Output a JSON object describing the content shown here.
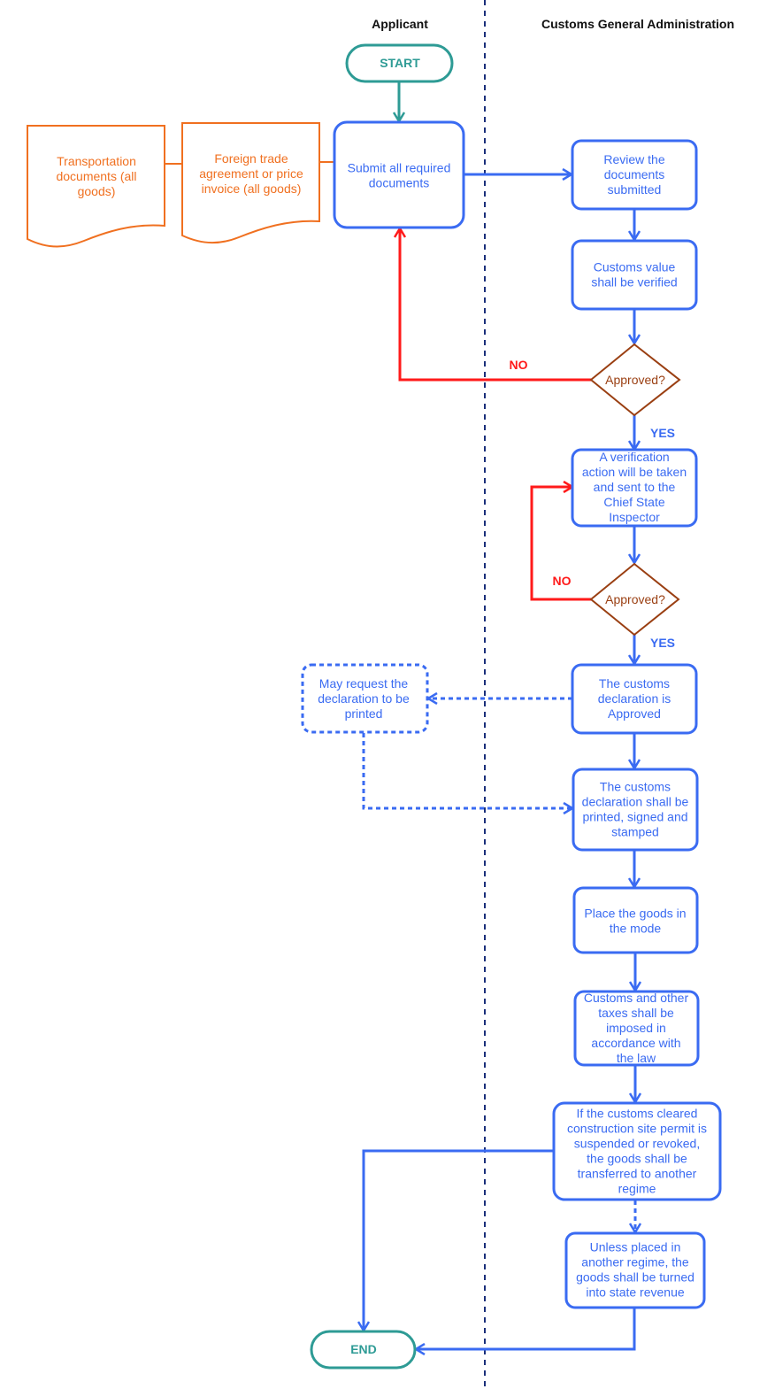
{
  "lanes": {
    "applicant": "Applicant",
    "customs": "Customs General Administration"
  },
  "colors": {
    "process": "#3a6bf2",
    "terminal": "#2e9b95",
    "document": "#f07020",
    "decision": "#9a3f12",
    "no_branch": "#ff1a1a",
    "lane_divider": "#1a2f7a"
  },
  "nodes": {
    "start": "START",
    "end": "END",
    "doc_transport": [
      "Transportation",
      "documents (all",
      "goods)"
    ],
    "doc_foreign": [
      "Foreign trade",
      "agreement or price",
      "invoice (all goods)"
    ],
    "submit": [
      "Submit all required",
      "documents"
    ],
    "review": [
      "Review the",
      "documents",
      "submitted"
    ],
    "verify_value": [
      "Customs value",
      "shall be verified"
    ],
    "decision1": "Approved?",
    "verification_action": [
      "A verification",
      "action will be taken",
      "and sent to the",
      "Chief State",
      "Inspector"
    ],
    "decision2": "Approved?",
    "request_print": [
      "May request the",
      "declaration to be",
      "printed"
    ],
    "declaration_approved": [
      "The customs",
      "declaration is",
      "Approved"
    ],
    "declaration_printed": [
      "The customs",
      "declaration shall be",
      "printed, signed and",
      "stamped"
    ],
    "place_goods": [
      "Place the goods in",
      "the mode"
    ],
    "taxes": [
      "Customs and other",
      "taxes shall be",
      "imposed in",
      "accordance with",
      "the law"
    ],
    "permit_revoked": [
      "If the customs cleared",
      "construction site permit is",
      "suspended or revoked,",
      "the goods shall be",
      "transferred to another",
      "regime"
    ],
    "state_revenue": [
      "Unless placed in",
      "another regime, the",
      "goods shall be turned",
      "into state revenue"
    ]
  },
  "edge_labels": {
    "no1": "NO",
    "yes1": "YES",
    "no2": "NO",
    "yes2": "YES"
  }
}
